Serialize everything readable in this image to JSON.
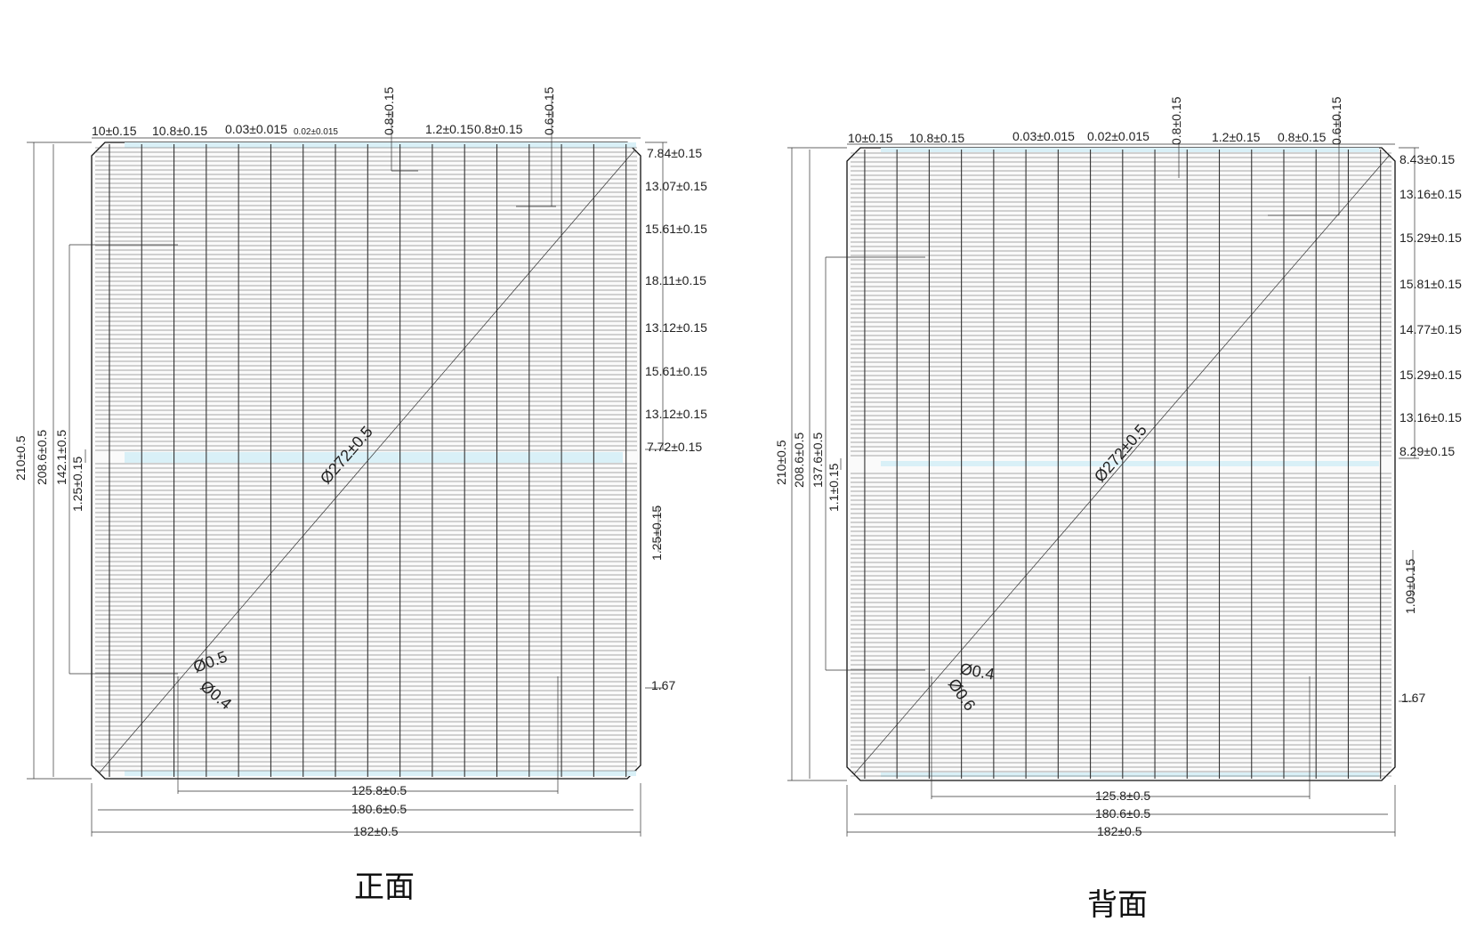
{
  "front": {
    "caption": "正面",
    "diagonal": "Ø272±0.5",
    "hole_a": "Ø0.5",
    "hole_b": "Ø0.4",
    "top_dims": [
      "10±0.15",
      "10.8±0.15",
      "0.03±0.015",
      "0.02±0.015",
      "0.8±0.15",
      "1.2±0.15",
      "0.8±0.15",
      "0.6±0.15"
    ],
    "right_dims": [
      "7.84±0.15",
      "13.07±0.15",
      "15.61±0.15",
      "18.11±0.15",
      "13.12±0.15",
      "15.61±0.15",
      "13.12±0.15",
      "7.72±0.15"
    ],
    "right_gap": "1.25±0.15",
    "right_bottom": "1.67",
    "left_dims": [
      "210±0.5",
      "208.6±0.5",
      "142.1±0.5",
      "1.25±0.15"
    ],
    "bottom_dims": [
      "125.8±0.5",
      "180.6±0.5",
      "182±0.5"
    ]
  },
  "back": {
    "caption": "背面",
    "diagonal": "Ø272±0.5",
    "hole_a": "Ø0.4",
    "hole_b": "Ø0.6",
    "top_dims": [
      "10±0.15",
      "10.8±0.15",
      "0.03±0.015",
      "0.02±0.015",
      "0.8±0.15",
      "1.2±0.15",
      "0.8±0.15",
      "0.6±0.15"
    ],
    "right_dims": [
      "8.43±0.15",
      "13.16±0.15",
      "15.29±0.15",
      "15.81±0.15",
      "14.77±0.15",
      "15.29±0.15",
      "13.16±0.15",
      "8.29±0.15"
    ],
    "right_gap": "1.09±0.15",
    "right_bottom": "1.67",
    "left_dims": [
      "210±0.5",
      "208.6±0.5",
      "137.6±0.5",
      "1.1±0.15"
    ],
    "bottom_dims": [
      "125.8±0.5",
      "180.6±0.5",
      "182±0.5"
    ]
  }
}
